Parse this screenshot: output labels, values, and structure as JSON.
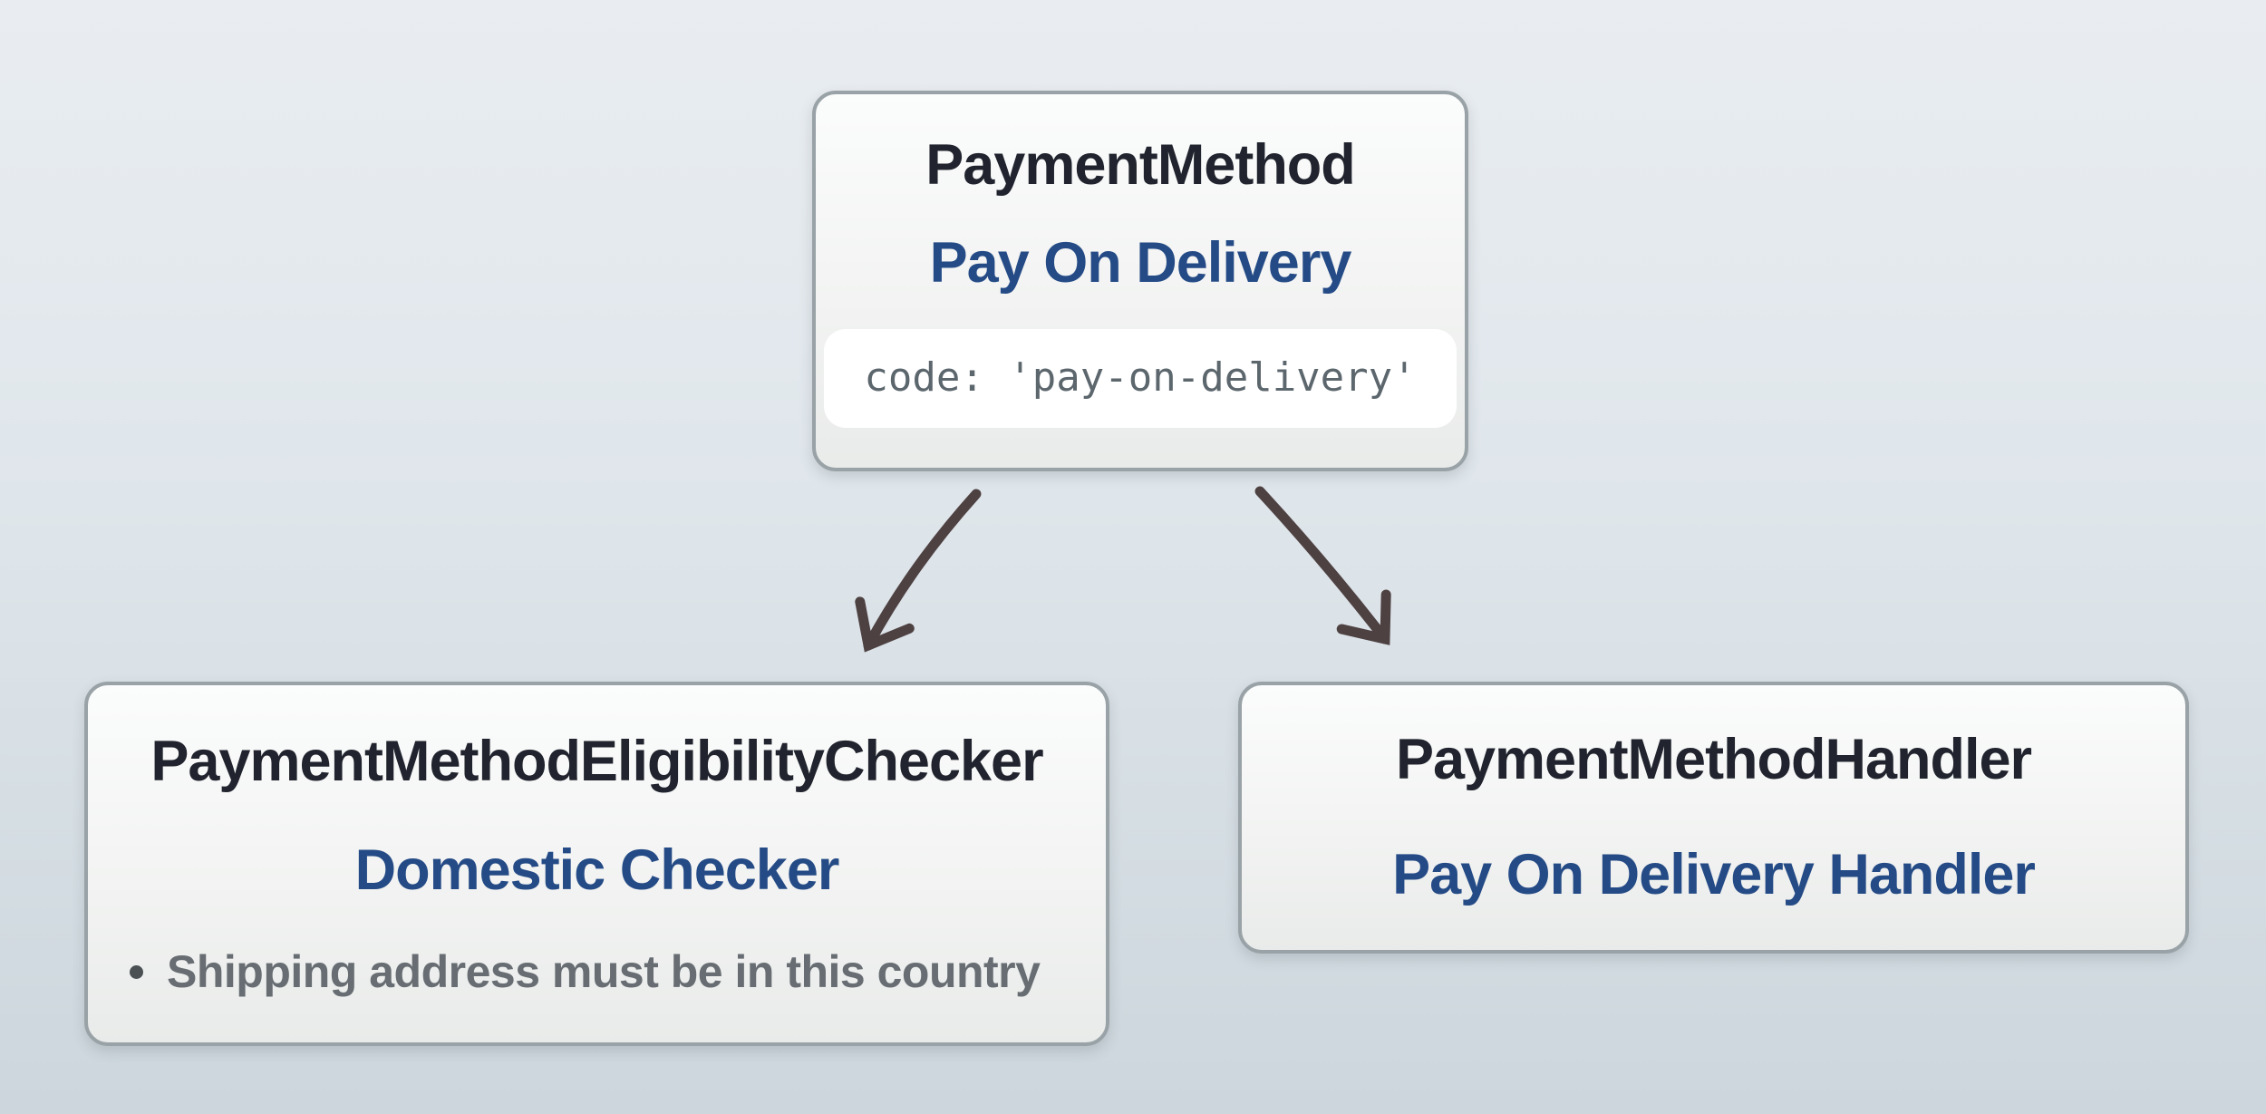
{
  "diagram": {
    "nodes": {
      "payment_method": {
        "title": "PaymentMethod",
        "subtitle": "Pay On Delivery",
        "code": "code: 'pay-on-delivery'"
      },
      "eligibility_checker": {
        "title": "PaymentMethodEligibilityChecker",
        "subtitle": "Domestic Checker",
        "bullet": "Shipping address must be in this country"
      },
      "handler": {
        "title": "PaymentMethodHandler",
        "subtitle": "Pay On Delivery Handler"
      }
    },
    "colors": {
      "background_top": "#e9edf1",
      "background_bottom": "#ccd6dc",
      "box_fill_top": "#fbfcfc",
      "box_fill_bottom": "#e9ebea",
      "box_border": "#99a2a6",
      "title_text": "#21242e",
      "subtitle_blue": "#254b86",
      "bullet_gray": "#676d72",
      "code_gray": "#5c666d",
      "code_badge_bg": "#ffffff",
      "arrow": "#4e4142"
    }
  }
}
